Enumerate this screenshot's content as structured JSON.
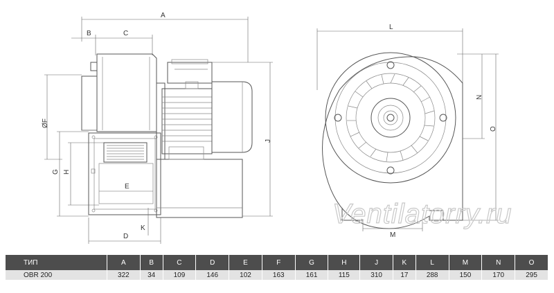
{
  "drawing": {
    "side_view_labels": {
      "A": "A",
      "B": "B",
      "C": "C",
      "F": "ØF",
      "G": "G",
      "H": "H",
      "E": "E",
      "D": "D",
      "K": "K",
      "J": "J"
    },
    "front_view_labels": {
      "L": "L",
      "N": "N",
      "O": "O",
      "M": "M"
    },
    "watermark": "Ventilatorry.ru"
  },
  "table": {
    "header": [
      "ТИП",
      "A",
      "B",
      "C",
      "D",
      "E",
      "F",
      "G",
      "H",
      "J",
      "K",
      "L",
      "M",
      "N",
      "O"
    ],
    "rows": [
      [
        "OBR 200",
        "322",
        "34",
        "109",
        "146",
        "102",
        "163",
        "161",
        "115",
        "310",
        "17",
        "288",
        "150",
        "170",
        "295"
      ]
    ]
  },
  "colors": {
    "header_bg": "#4d4d4d",
    "row_bg": "#e3e3e3",
    "line": "#555555"
  }
}
